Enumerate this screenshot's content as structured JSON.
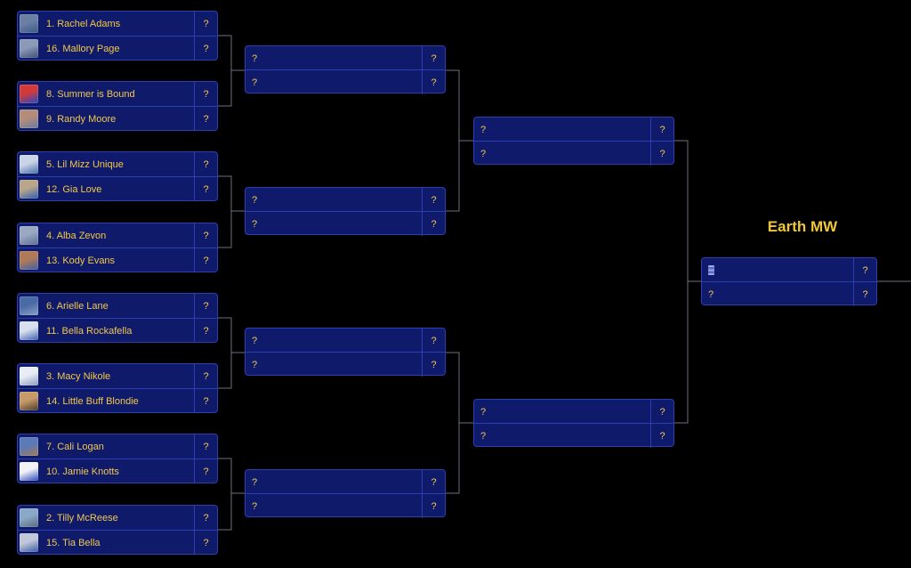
{
  "bracket": {
    "title": "Earth MW",
    "round1": [
      {
        "top": {
          "name": "1. Rachel Adams",
          "score": "?",
          "avatar": [
            "#6b7fa3",
            "#3a5a8a"
          ]
        },
        "bottom": {
          "name": "16. Mallory Page",
          "score": "?",
          "avatar": [
            "#8a9ab8",
            "#3c4e72"
          ]
        }
      },
      {
        "top": {
          "name": "8. Summer is Bound",
          "score": "?",
          "avatar": [
            "#d23a3a",
            "#1f48c9"
          ]
        },
        "bottom": {
          "name": "9. Randy Moore",
          "score": "?",
          "avatar": [
            "#b48d7a",
            "#6a7aa0"
          ]
        }
      },
      {
        "top": {
          "name": "5. Lil Mizz Unique",
          "score": "?",
          "avatar": [
            "#c9d4e8",
            "#4a6da8"
          ]
        },
        "bottom": {
          "name": "12. Gia Love",
          "score": "?",
          "avatar": [
            "#b9a58a",
            "#2f5db0"
          ]
        }
      },
      {
        "top": {
          "name": "4. Alba Zevon",
          "score": "?",
          "avatar": [
            "#9aa8c2",
            "#5c6e94"
          ]
        },
        "bottom": {
          "name": "13. Kody Evans",
          "score": "?",
          "avatar": [
            "#b07a58",
            "#3d5ea8"
          ]
        }
      },
      {
        "top": {
          "name": "6. Arielle Lane",
          "score": "?",
          "avatar": [
            "#4a6aa6",
            "#8aa0c6"
          ]
        },
        "bottom": {
          "name": "11. Bella Rockafella",
          "score": "?",
          "avatar": [
            "#d8e0ee",
            "#3b5fb0"
          ]
        }
      },
      {
        "top": {
          "name": "3. Macy Nikole",
          "score": "?",
          "avatar": [
            "#e8ecf4",
            "#8a9ac0"
          ]
        },
        "bottom": {
          "name": "14. Little Buff Blondie",
          "score": "?",
          "avatar": [
            "#c89a6a",
            "#4a3a2a"
          ]
        }
      },
      {
        "top": {
          "name": "7. Cali Logan",
          "score": "?",
          "avatar": [
            "#5a7ab8",
            "#a07a5a"
          ]
        },
        "bottom": {
          "name": "10. Jamie Knotts",
          "score": "?",
          "avatar": [
            "#f2f2f6",
            "#2a4ab8"
          ]
        }
      },
      {
        "top": {
          "name": "2. Tilly McReese",
          "score": "?",
          "avatar": [
            "#8aa8c8",
            "#5a6a80"
          ]
        },
        "bottom": {
          "name": "15. Tia Bella",
          "score": "?",
          "avatar": [
            "#c0c8d8",
            "#3a5aa8"
          ]
        }
      }
    ],
    "round2": [
      {
        "top": {
          "name": "?",
          "score": "?"
        },
        "bottom": {
          "name": "?",
          "score": "?"
        }
      },
      {
        "top": {
          "name": "?",
          "score": "?"
        },
        "bottom": {
          "name": "?",
          "score": "?"
        }
      },
      {
        "top": {
          "name": "?",
          "score": "?"
        },
        "bottom": {
          "name": "?",
          "score": "?"
        }
      },
      {
        "top": {
          "name": "?",
          "score": "?"
        },
        "bottom": {
          "name": "?",
          "score": "?"
        }
      }
    ],
    "round3": [
      {
        "top": {
          "name": "?",
          "score": "?"
        },
        "bottom": {
          "name": "?",
          "score": "?"
        }
      },
      {
        "top": {
          "name": "?",
          "score": "?"
        },
        "bottom": {
          "name": "?",
          "score": "?"
        }
      }
    ],
    "final": {
      "top": {
        "name": "",
        "score": "?",
        "icon": "roster-icon"
      },
      "bottom": {
        "name": "?",
        "score": "?"
      }
    }
  },
  "colors": {
    "background": "#000000",
    "match_fill": "#0f1a6b",
    "match_border": "#2c3fb0",
    "text": "#f2c84b",
    "title": "#f0c63a",
    "connector": "#6a6f80"
  }
}
